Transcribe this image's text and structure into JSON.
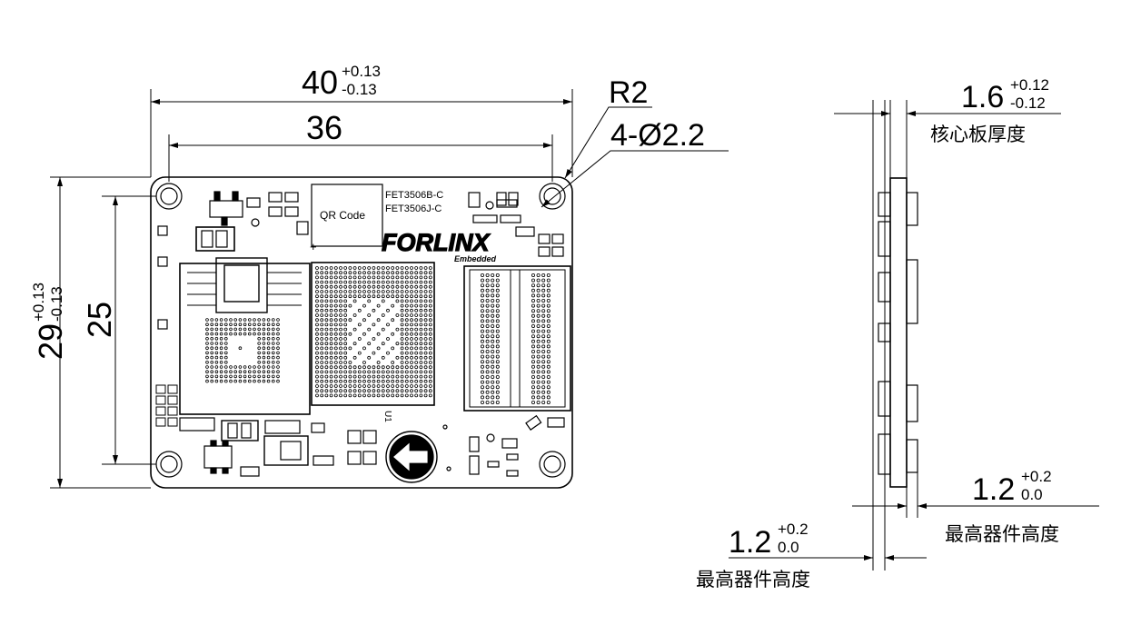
{
  "top_view": {
    "overall_width": {
      "base": "40",
      "tol_plus": "+0.13",
      "tol_minus": "-0.13"
    },
    "hole_pitch_width": "36",
    "overall_height": {
      "base": "29",
      "tol_plus": "+0.13",
      "tol_minus": "-0.13"
    },
    "hole_pitch_height": "25",
    "corner_radius": "R2",
    "holes": "4-Ø2.2",
    "qr_label": "QR Code",
    "model_1": "FET3506B-C",
    "model_2": "FET3506J-C",
    "brand": "FORLINX",
    "brand_sub": "Embedded",
    "chip_label": "U1",
    "plus_mark": "+"
  },
  "side_view": {
    "thickness": {
      "base": "1.6",
      "tol_plus": "+0.12",
      "tol_minus": "-0.12"
    },
    "thickness_label": "核心板厚度",
    "top_height": {
      "base": "1.2",
      "tol_plus": "+0.2",
      "tol_minus": "0.0"
    },
    "top_height_label": "最高器件高度",
    "bottom_height": {
      "base": "1.2",
      "tol_plus": "+0.2",
      "tol_minus": "0.0"
    },
    "bottom_height_label": "最高器件高度"
  },
  "colors": {
    "ink": "#000000",
    "paper": "#ffffff"
  }
}
